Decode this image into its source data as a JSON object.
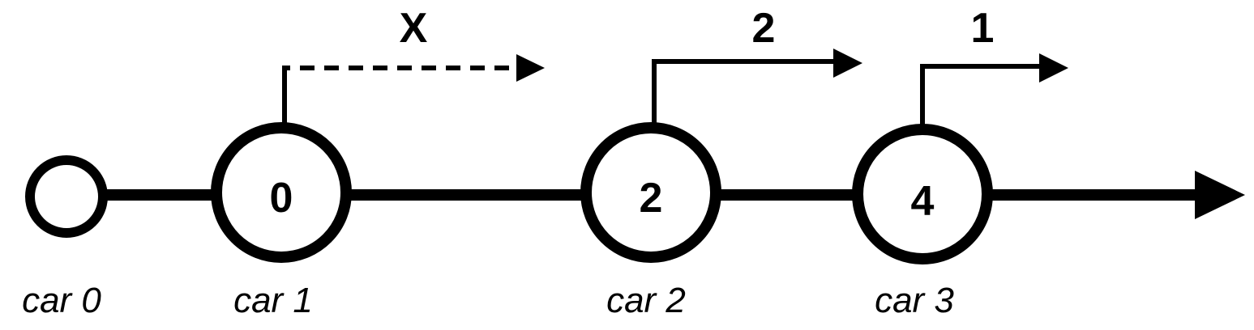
{
  "nodes": [
    {
      "value": "",
      "label": "car 0"
    },
    {
      "value": "0",
      "label": "car 1"
    },
    {
      "value": "2",
      "label": "car 2"
    },
    {
      "value": "4",
      "label": "car 3"
    }
  ],
  "branches": [
    {
      "label": "X",
      "style": "dashed"
    },
    {
      "label": "2",
      "style": "solid"
    },
    {
      "label": "1",
      "style": "solid"
    }
  ]
}
